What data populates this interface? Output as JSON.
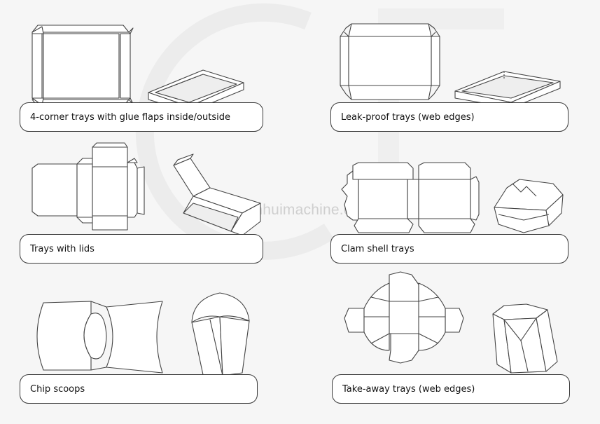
{
  "watermark": "xuanhuimachine.com",
  "labels": {
    "corner_trays": "4-corner trays with glue flaps inside/outside",
    "leak_proof": "Leak-proof trays (web edges)",
    "trays_lids": "Trays with lids",
    "clam_shell": "Clam shell trays",
    "chip_scoops": "Chip scoops",
    "take_away": "Take-away trays (web edges)"
  }
}
